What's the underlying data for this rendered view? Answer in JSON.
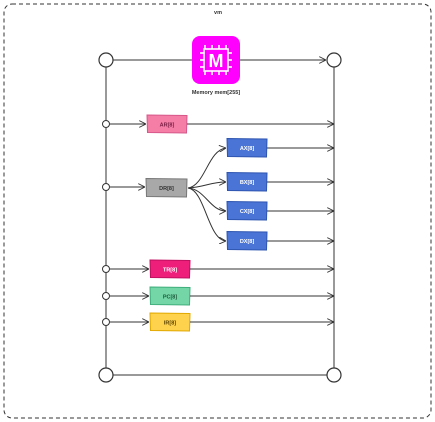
{
  "container": {
    "title": "vm"
  },
  "memory": {
    "caption": "Memory mem[255]",
    "icon_letter": "M",
    "color": "#ff00ff"
  },
  "registers": {
    "ar": {
      "label": "AR[8]",
      "fill": "#f47ea6",
      "stroke": "#d6588a"
    },
    "dr": {
      "label": "DR[8]",
      "fill": "#a8a8a8",
      "stroke": "#777777"
    },
    "ax": {
      "label": "AX[8]",
      "fill": "#4a74d6",
      "stroke": "#2e55b0"
    },
    "bx": {
      "label": "BX[8]",
      "fill": "#4a74d6",
      "stroke": "#2e55b0"
    },
    "cx": {
      "label": "CX[8]",
      "fill": "#4a74d6",
      "stroke": "#2e55b0"
    },
    "dx": {
      "label": "DX[8]",
      "fill": "#4a74d6",
      "stroke": "#2e55b0"
    },
    "tr": {
      "label": "TR[8]",
      "fill": "#ee1f7a",
      "stroke": "#c01060"
    },
    "pc": {
      "label": "PC[8]",
      "fill": "#74d6a6",
      "stroke": "#3fae7c"
    },
    "ir": {
      "label": "IR[8]",
      "fill": "#ffd24d",
      "stroke": "#e0a800"
    }
  },
  "colors": {
    "line": "#333333",
    "frame": "#333333"
  }
}
